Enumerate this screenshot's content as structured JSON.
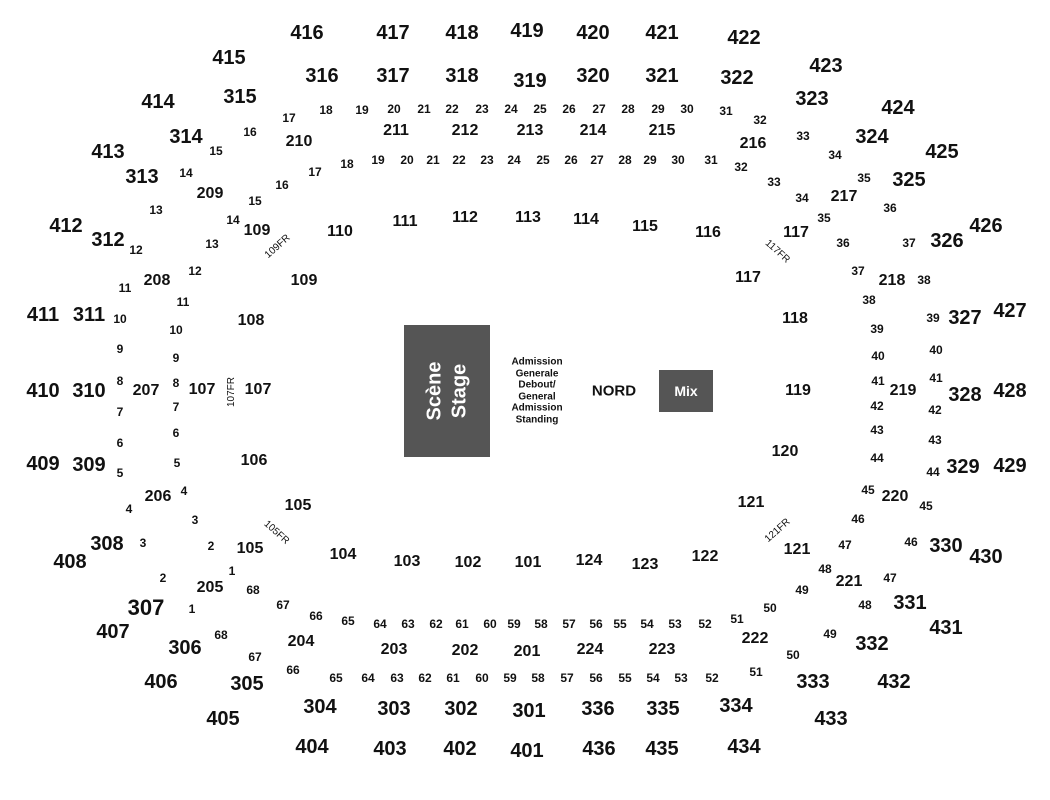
{
  "stage": {
    "line1": "Scène",
    "line2": "Stage"
  },
  "general_admission": [
    "Admission",
    "Generale",
    "Debout/",
    "General",
    "Admission",
    "Standing"
  ],
  "nord_label": "NORD",
  "mix_label": "Mix",
  "sections": [
    [
      "416",
      307,
      33,
      "s400"
    ],
    [
      "417",
      393,
      33,
      "s400"
    ],
    [
      "418",
      462,
      33,
      "s400"
    ],
    [
      "419",
      527,
      31,
      "s400"
    ],
    [
      "420",
      593,
      33,
      "s400"
    ],
    [
      "421",
      662,
      33,
      "s400"
    ],
    [
      "422",
      744,
      38,
      "s400"
    ],
    [
      "415",
      229,
      58,
      "s400"
    ],
    [
      "423",
      826,
      66,
      "s400"
    ],
    [
      "414",
      158,
      102,
      "s400"
    ],
    [
      "424",
      898,
      108,
      "s400"
    ],
    [
      "413",
      108,
      152,
      "s400"
    ],
    [
      "425",
      942,
      152,
      "s400"
    ],
    [
      "412",
      66,
      226,
      "s400"
    ],
    [
      "426",
      986,
      226,
      "s400"
    ],
    [
      "411",
      43,
      315,
      "s400"
    ],
    [
      "427",
      1010,
      311,
      "s400"
    ],
    [
      "410",
      43,
      391,
      "s400"
    ],
    [
      "428",
      1010,
      391,
      "s400"
    ],
    [
      "409",
      43,
      464,
      "s400"
    ],
    [
      "429",
      1010,
      466,
      "s400"
    ],
    [
      "408",
      70,
      562,
      "s400"
    ],
    [
      "430",
      986,
      557,
      "s400"
    ],
    [
      "407",
      113,
      632,
      "s400"
    ],
    [
      "431",
      946,
      628,
      "s400"
    ],
    [
      "406",
      161,
      682,
      "s400"
    ],
    [
      "432",
      894,
      682,
      "s400"
    ],
    [
      "405",
      223,
      719,
      "s400"
    ],
    [
      "433",
      831,
      719,
      "s400"
    ],
    [
      "404",
      312,
      747,
      "s400"
    ],
    [
      "403",
      390,
      749,
      "s400"
    ],
    [
      "402",
      460,
      749,
      "s400"
    ],
    [
      "401",
      527,
      751,
      "s400"
    ],
    [
      "436",
      599,
      749,
      "s400"
    ],
    [
      "435",
      662,
      749,
      "s400"
    ],
    [
      "434",
      744,
      747,
      "s400"
    ],
    [
      "316",
      322,
      76,
      "s300"
    ],
    [
      "317",
      393,
      76,
      "s300"
    ],
    [
      "318",
      462,
      76,
      "s300"
    ],
    [
      "319",
      530,
      81,
      "s300"
    ],
    [
      "320",
      593,
      76,
      "s300"
    ],
    [
      "321",
      662,
      76,
      "s300"
    ],
    [
      "322",
      737,
      78,
      "s300"
    ],
    [
      "315",
      240,
      97,
      "s300"
    ],
    [
      "323",
      812,
      99,
      "s300"
    ],
    [
      "314",
      186,
      137,
      "s300"
    ],
    [
      "324",
      872,
      137,
      "s300"
    ],
    [
      "313",
      142,
      177,
      "s300"
    ],
    [
      "325",
      909,
      180,
      "s300"
    ],
    [
      "312",
      108,
      240,
      "s300"
    ],
    [
      "326",
      947,
      241,
      "s300"
    ],
    [
      "311",
      89,
      315,
      "s300"
    ],
    [
      "327",
      965,
      318,
      "s300"
    ],
    [
      "310",
      89,
      391,
      "s300"
    ],
    [
      "328",
      965,
      395,
      "s300"
    ],
    [
      "309",
      89,
      465,
      "s300"
    ],
    [
      "329",
      963,
      467,
      "s300"
    ],
    [
      "308",
      107,
      544,
      "s300"
    ],
    [
      "330",
      946,
      546,
      "s300"
    ],
    [
      "307",
      146,
      608,
      "big"
    ],
    [
      "331",
      910,
      603,
      "s300"
    ],
    [
      "306",
      185,
      648,
      "s300"
    ],
    [
      "332",
      872,
      644,
      "s300"
    ],
    [
      "305",
      247,
      684,
      "s300"
    ],
    [
      "333",
      813,
      682,
      "s300"
    ],
    [
      "304",
      320,
      707,
      "s300"
    ],
    [
      "303",
      394,
      709,
      "s300"
    ],
    [
      "302",
      461,
      709,
      "s300"
    ],
    [
      "301",
      529,
      711,
      "s300"
    ],
    [
      "336",
      598,
      709,
      "s300"
    ],
    [
      "335",
      663,
      709,
      "s300"
    ],
    [
      "334",
      736,
      706,
      "s300"
    ],
    [
      "211",
      396,
      131,
      "s200"
    ],
    [
      "212",
      465,
      131,
      "s200"
    ],
    [
      "213",
      530,
      131,
      "s200"
    ],
    [
      "214",
      593,
      131,
      "s200"
    ],
    [
      "215",
      662,
      131,
      "s200"
    ],
    [
      "210",
      299,
      142,
      "s200"
    ],
    [
      "216",
      753,
      144,
      "s200"
    ],
    [
      "209",
      210,
      194,
      "s200"
    ],
    [
      "217",
      844,
      197,
      "s200"
    ],
    [
      "208",
      157,
      281,
      "s200"
    ],
    [
      "218",
      892,
      281,
      "s200"
    ],
    [
      "207",
      146,
      391,
      "s200"
    ],
    [
      "219",
      903,
      391,
      "s200"
    ],
    [
      "206",
      158,
      497,
      "s200"
    ],
    [
      "220",
      895,
      497,
      "s200"
    ],
    [
      "205",
      210,
      588,
      "s200"
    ],
    [
      "221",
      849,
      582,
      "s200"
    ],
    [
      "204",
      301,
      642,
      "s200"
    ],
    [
      "222",
      755,
      639,
      "s200"
    ],
    [
      "203",
      394,
      650,
      "s200"
    ],
    [
      "202",
      465,
      651,
      "s200"
    ],
    [
      "201",
      527,
      652,
      "s200"
    ],
    [
      "224",
      590,
      650,
      "s200"
    ],
    [
      "223",
      662,
      650,
      "s200"
    ],
    [
      "111",
      405,
      222,
      "s100"
    ],
    [
      "112",
      465,
      218,
      "s100"
    ],
    [
      "113",
      528,
      218,
      "s100"
    ],
    [
      "114",
      586,
      220,
      "s100"
    ],
    [
      "115",
      645,
      227,
      "s100"
    ],
    [
      "110",
      340,
      232,
      "s100"
    ],
    [
      "116",
      708,
      233,
      "s100"
    ],
    [
      "109",
      257,
      231,
      "s100"
    ],
    [
      "117",
      796,
      233,
      "s100"
    ],
    [
      "109",
      304,
      281,
      "s100"
    ],
    [
      "117",
      748,
      278,
      "s100"
    ],
    [
      "108",
      251,
      321,
      "s100"
    ],
    [
      "118",
      795,
      319,
      "s100"
    ],
    [
      "107",
      202,
      390,
      "s100"
    ],
    [
      "107",
      258,
      390,
      "s100"
    ],
    [
      "119",
      798,
      391,
      "s100"
    ],
    [
      "106",
      254,
      461,
      "s100"
    ],
    [
      "120",
      785,
      452,
      "s100"
    ],
    [
      "105",
      298,
      506,
      "s100"
    ],
    [
      "121",
      751,
      503,
      "s100"
    ],
    [
      "105",
      250,
      549,
      "s100"
    ],
    [
      "121",
      797,
      550,
      "s100"
    ],
    [
      "104",
      343,
      555,
      "s100"
    ],
    [
      "103",
      407,
      562,
      "s100"
    ],
    [
      "102",
      468,
      563,
      "s100"
    ],
    [
      "101",
      528,
      563,
      "s100"
    ],
    [
      "124",
      589,
      561,
      "s100"
    ],
    [
      "123",
      645,
      565,
      "s100"
    ],
    [
      "122",
      705,
      557,
      "s100"
    ]
  ],
  "rows": [
    [
      "17",
      289,
      118
    ],
    [
      "18",
      326,
      110
    ],
    [
      "19",
      362,
      110
    ],
    [
      "20",
      394,
      109
    ],
    [
      "21",
      424,
      109
    ],
    [
      "22",
      452,
      109
    ],
    [
      "23",
      482,
      109
    ],
    [
      "24",
      511,
      109
    ],
    [
      "25",
      540,
      109
    ],
    [
      "26",
      569,
      109
    ],
    [
      "27",
      599,
      109
    ],
    [
      "28",
      628,
      109
    ],
    [
      "29",
      658,
      109
    ],
    [
      "30",
      687,
      109
    ],
    [
      "31",
      726,
      111
    ],
    [
      "32",
      760,
      120
    ],
    [
      "33",
      803,
      136
    ],
    [
      "34",
      835,
      155
    ],
    [
      "35",
      864,
      178
    ],
    [
      "36",
      890,
      208
    ],
    [
      "37",
      909,
      243
    ],
    [
      "38",
      924,
      280
    ],
    [
      "39",
      933,
      318
    ],
    [
      "40",
      936,
      350
    ],
    [
      "41",
      936,
      378
    ],
    [
      "42",
      935,
      410
    ],
    [
      "43",
      935,
      440
    ],
    [
      "44",
      933,
      472
    ],
    [
      "45",
      926,
      506
    ],
    [
      "46",
      911,
      542
    ],
    [
      "47",
      890,
      578
    ],
    [
      "48",
      865,
      605
    ],
    [
      "49",
      830,
      634
    ],
    [
      "50",
      793,
      655
    ],
    [
      "51",
      756,
      672
    ],
    [
      "52",
      712,
      678
    ],
    [
      "53",
      681,
      678
    ],
    [
      "54",
      653,
      678
    ],
    [
      "55",
      625,
      678
    ],
    [
      "56",
      596,
      678
    ],
    [
      "57",
      567,
      678
    ],
    [
      "58",
      538,
      678
    ],
    [
      "59",
      510,
      678
    ],
    [
      "60",
      482,
      678
    ],
    [
      "61",
      453,
      678
    ],
    [
      "62",
      425,
      678
    ],
    [
      "63",
      397,
      678
    ],
    [
      "64",
      368,
      678
    ],
    [
      "65",
      336,
      678
    ],
    [
      "66",
      293,
      670
    ],
    [
      "67",
      255,
      657
    ],
    [
      "68",
      221,
      635
    ],
    [
      "1",
      192,
      609
    ],
    [
      "2",
      163,
      578
    ],
    [
      "3",
      143,
      543
    ],
    [
      "4",
      129,
      509
    ],
    [
      "5",
      120,
      473
    ],
    [
      "6",
      120,
      443
    ],
    [
      "7",
      120,
      412
    ],
    [
      "8",
      120,
      381
    ],
    [
      "9",
      120,
      349
    ],
    [
      "10",
      120,
      319
    ],
    [
      "11",
      125,
      288
    ],
    [
      "12",
      136,
      250
    ],
    [
      "13",
      156,
      210
    ],
    [
      "14",
      186,
      173
    ],
    [
      "15",
      216,
      151
    ],
    [
      "16",
      250,
      132
    ],
    [
      "18",
      347,
      164
    ],
    [
      "19",
      378,
      160
    ],
    [
      "20",
      407,
      160
    ],
    [
      "21",
      433,
      160
    ],
    [
      "22",
      459,
      160
    ],
    [
      "23",
      487,
      160
    ],
    [
      "24",
      514,
      160
    ],
    [
      "25",
      543,
      160
    ],
    [
      "26",
      571,
      160
    ],
    [
      "27",
      597,
      160
    ],
    [
      "28",
      625,
      160
    ],
    [
      "29",
      650,
      160
    ],
    [
      "30",
      678,
      160
    ],
    [
      "31",
      711,
      160
    ],
    [
      "32",
      741,
      167
    ],
    [
      "33",
      774,
      182
    ],
    [
      "34",
      802,
      198
    ],
    [
      "35",
      824,
      218
    ],
    [
      "36",
      843,
      243
    ],
    [
      "37",
      858,
      271
    ],
    [
      "38",
      869,
      300
    ],
    [
      "39",
      877,
      329
    ],
    [
      "40",
      878,
      356
    ],
    [
      "41",
      878,
      381
    ],
    [
      "42",
      877,
      406
    ],
    [
      "43",
      877,
      430
    ],
    [
      "44",
      877,
      458
    ],
    [
      "45",
      868,
      490
    ],
    [
      "46",
      858,
      519
    ],
    [
      "47",
      845,
      545
    ],
    [
      "48",
      825,
      569
    ],
    [
      "49",
      802,
      590
    ],
    [
      "50",
      770,
      608
    ],
    [
      "51",
      737,
      619
    ],
    [
      "52",
      705,
      624
    ],
    [
      "53",
      675,
      624
    ],
    [
      "54",
      647,
      624
    ],
    [
      "55",
      620,
      624
    ],
    [
      "56",
      596,
      624
    ],
    [
      "57",
      569,
      624
    ],
    [
      "58",
      541,
      624
    ],
    [
      "59",
      514,
      624
    ],
    [
      "60",
      490,
      624
    ],
    [
      "61",
      462,
      624
    ],
    [
      "62",
      436,
      624
    ],
    [
      "63",
      408,
      624
    ],
    [
      "64",
      380,
      624
    ],
    [
      "65",
      348,
      621
    ],
    [
      "66",
      316,
      616
    ],
    [
      "67",
      283,
      605
    ],
    [
      "68",
      253,
      590
    ],
    [
      "1",
      232,
      571
    ],
    [
      "2",
      211,
      546
    ],
    [
      "3",
      195,
      520
    ],
    [
      "4",
      184,
      491
    ],
    [
      "5",
      177,
      463
    ],
    [
      "6",
      176,
      433
    ],
    [
      "7",
      176,
      407
    ],
    [
      "8",
      176,
      383
    ],
    [
      "9",
      176,
      358
    ],
    [
      "10",
      176,
      330
    ],
    [
      "11",
      183,
      302
    ],
    [
      "12",
      195,
      271
    ],
    [
      "13",
      212,
      244
    ],
    [
      "14",
      233,
      220
    ],
    [
      "15",
      255,
      201
    ],
    [
      "16",
      282,
      185
    ],
    [
      "17",
      315,
      172
    ]
  ],
  "floor_row_labels": [
    [
      "109FR",
      278,
      247,
      "diag2"
    ],
    [
      "117FR",
      777,
      252,
      "diag1"
    ],
    [
      "107FR",
      232,
      392,
      "vert"
    ],
    [
      "105FR",
      276,
      533,
      "diag1"
    ],
    [
      "121FR",
      778,
      531,
      "diag2"
    ]
  ]
}
